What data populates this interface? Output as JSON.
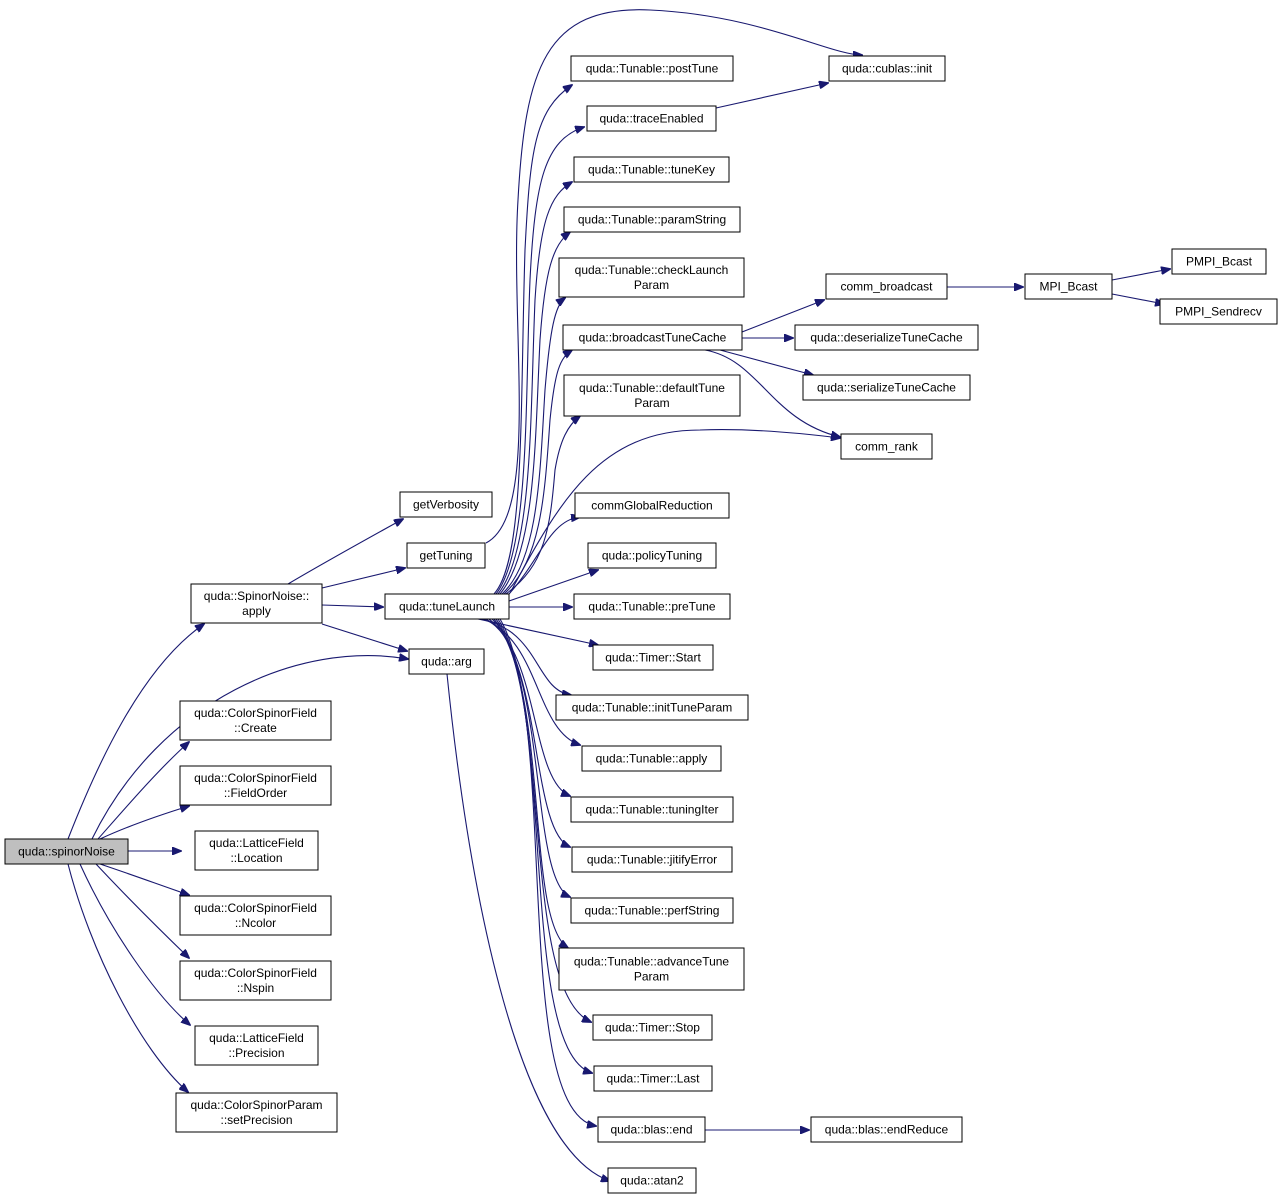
{
  "colors": {
    "edge": "#191970",
    "node_fill": "#ffffff",
    "root_fill": "#bfbfbf",
    "border": "#000000"
  },
  "nodes": {
    "spinorNoise": [
      "quda::spinorNoise"
    ],
    "snApply": [
      "quda::SpinorNoise::",
      "apply"
    ],
    "create": [
      "quda::ColorSpinorField",
      "::Create"
    ],
    "fieldOrder": [
      "quda::ColorSpinorField",
      "::FieldOrder"
    ],
    "location": [
      "quda::LatticeField",
      "::Location"
    ],
    "ncolor": [
      "quda::ColorSpinorField",
      "::Ncolor"
    ],
    "nspin": [
      "quda::ColorSpinorField",
      "::Nspin"
    ],
    "precision": [
      "quda::LatticeField",
      "::Precision"
    ],
    "setPrecision": [
      "quda::ColorSpinorParam",
      "::setPrecision"
    ],
    "getVerbosity": [
      "getVerbosity"
    ],
    "getTuning": [
      "getTuning"
    ],
    "tuneLaunch": [
      "quda::tuneLaunch"
    ],
    "arg": [
      "quda::arg"
    ],
    "postTune": [
      "quda::Tunable::postTune"
    ],
    "traceEnabled": [
      "quda::traceEnabled"
    ],
    "tuneKey": [
      "quda::Tunable::tuneKey"
    ],
    "paramString": [
      "quda::Tunable::paramString"
    ],
    "checkLaunch": [
      "quda::Tunable::checkLaunch",
      "Param"
    ],
    "broadcastTC": [
      "quda::broadcastTuneCache"
    ],
    "defaultTune": [
      "quda::Tunable::defaultTune",
      "Param"
    ],
    "commGlobal": [
      "commGlobalReduction"
    ],
    "policyTuning": [
      "quda::policyTuning"
    ],
    "preTune": [
      "quda::Tunable::preTune"
    ],
    "timerStart": [
      "quda::Timer::Start"
    ],
    "initTune": [
      "quda::Tunable::initTuneParam"
    ],
    "tunableApply": [
      "quda::Tunable::apply"
    ],
    "tuningIter": [
      "quda::Tunable::tuningIter"
    ],
    "jitify": [
      "quda::Tunable::jitifyError"
    ],
    "perfString": [
      "quda::Tunable::perfString"
    ],
    "advanceTune": [
      "quda::Tunable::advanceTune",
      "Param"
    ],
    "timerStop": [
      "quda::Timer::Stop"
    ],
    "timerLast": [
      "quda::Timer::Last"
    ],
    "blasEnd": [
      "quda::blas::end"
    ],
    "atan2": [
      "quda::atan2"
    ],
    "cublasInit": [
      "quda::cublas::init"
    ],
    "commBroadcast": [
      "comm_broadcast"
    ],
    "deserialize": [
      "quda::deserializeTuneCache"
    ],
    "serialize": [
      "quda::serializeTuneCache"
    ],
    "commRank": [
      "comm_rank"
    ],
    "endReduce": [
      "quda::blas::endReduce"
    ],
    "mpiBcast": [
      "MPI_Bcast"
    ],
    "pmpiBcast": [
      "PMPI_Bcast"
    ],
    "pmpiSendrecv": [
      "PMPI_Sendrecv"
    ]
  }
}
